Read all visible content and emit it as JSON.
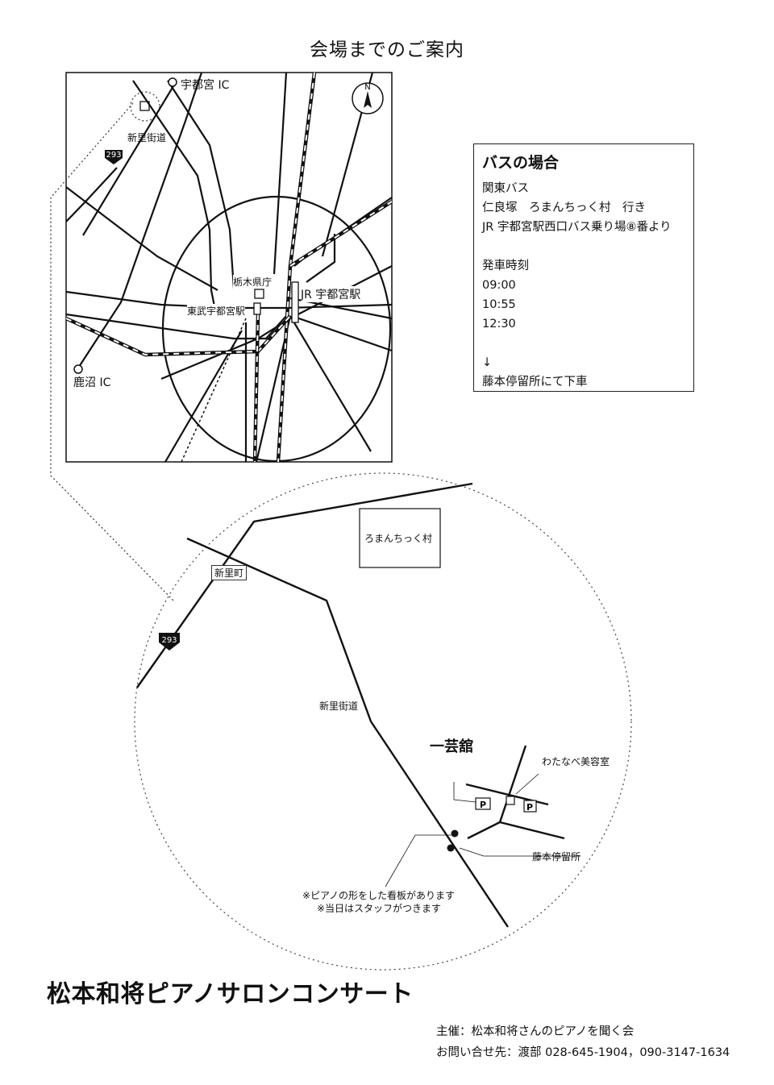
{
  "page": {
    "title": "会場までのご案内"
  },
  "overview_map": {
    "north_label": "N",
    "labels": {
      "utsunomiya_ic": "宇都宮 IC",
      "shinsato_kaido": "新里街道",
      "route_number": "293",
      "tochigi_prefectural_office": "栃木県庁",
      "jr_utsunomiya_station": "JR 宇都宮駅",
      "tobu_utsunomiya_station": "東武宇都宮駅",
      "kanuma_ic": "鹿沼 IC"
    }
  },
  "bus_info": {
    "title": "バスの場合",
    "lines": [
      "関東バス",
      "仁良塚　ろまんちっく村　行き",
      "JR 宇都宮駅西口バス乗り場⑧番より"
    ],
    "departure_label": "発車時刻",
    "departure_times": [
      "09:00",
      "10:55",
      "12:30"
    ],
    "arrow": "↓",
    "alight_text": "藤本停留所にて下車"
  },
  "detail_map": {
    "labels": {
      "romantic_village": "ろまんちっく村",
      "shinsato_machi": "新里町",
      "route_number": "293",
      "shinsato_kaido": "新里街道",
      "venue": "一芸舘",
      "watanabe_salon": "わたなべ美容室",
      "parking": "P",
      "fujimoto_stop": "藤本停留所",
      "sign_note": "※ピアノの形をした看板があります",
      "staff_note": "※当日はスタッフがつきます"
    }
  },
  "event": {
    "title": "松本和将ピアノサロンコンサート"
  },
  "footer": {
    "organizer": "主催：松本和将さんのピアノを聞く会",
    "contact": "お問い合せ先：渡部 028-645-1904，090-3147-1634"
  }
}
